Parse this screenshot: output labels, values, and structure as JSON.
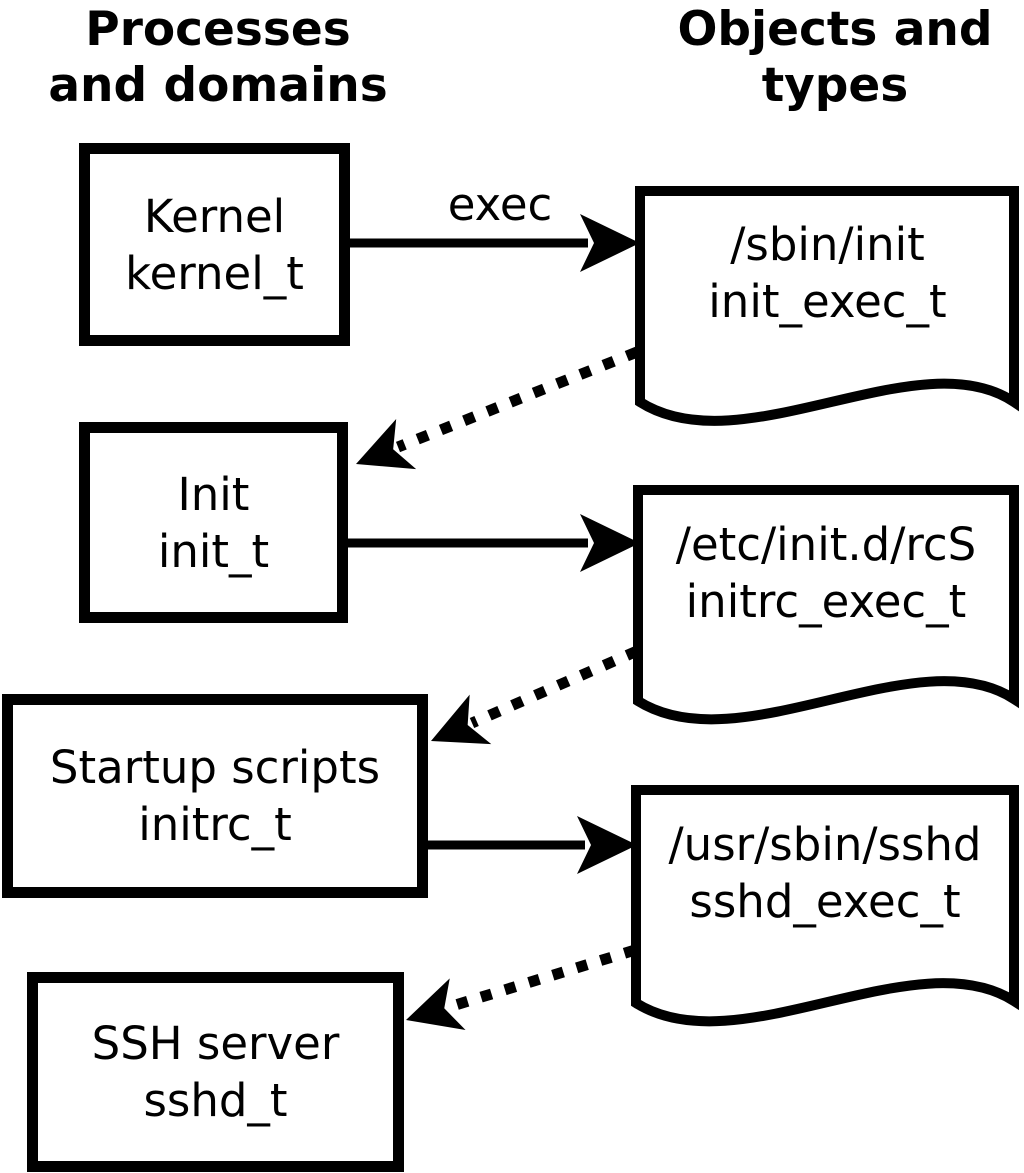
{
  "columns": {
    "left_header": "Processes\nand domains",
    "right_header": "Objects and\ntypes"
  },
  "process_boxes": [
    {
      "name": "Kernel",
      "type": "kernel_t"
    },
    {
      "name": "Init",
      "type": "init_t"
    },
    {
      "name": "Startup scripts",
      "type": "initrc_t"
    },
    {
      "name": "SSH server",
      "type": "sshd_t"
    }
  ],
  "object_docs": [
    {
      "path": "/sbin/init",
      "type": "init_exec_t"
    },
    {
      "path": "/etc/init.d/rcS",
      "type": "initrc_exec_t"
    },
    {
      "path": "/usr/sbin/sshd",
      "type": "sshd_exec_t"
    }
  ],
  "arrows": {
    "exec_label": "exec",
    "connections": [
      {
        "style": "solid",
        "label": "exec",
        "from": "kernel_t",
        "to": "init_exec_t"
      },
      {
        "style": "dotted",
        "label": "",
        "from": "init_exec_t",
        "to": "init_t"
      },
      {
        "style": "solid",
        "label": "",
        "from": "init_t",
        "to": "initrc_exec_t"
      },
      {
        "style": "dotted",
        "label": "",
        "from": "initrc_exec_t",
        "to": "initrc_t"
      },
      {
        "style": "solid",
        "label": "",
        "from": "initrc_t",
        "to": "sshd_exec_t"
      },
      {
        "style": "dotted",
        "label": "",
        "from": "sshd_exec_t",
        "to": "sshd_t"
      }
    ]
  },
  "colors": {
    "foreground": "#000000",
    "background": "#ffffff"
  }
}
